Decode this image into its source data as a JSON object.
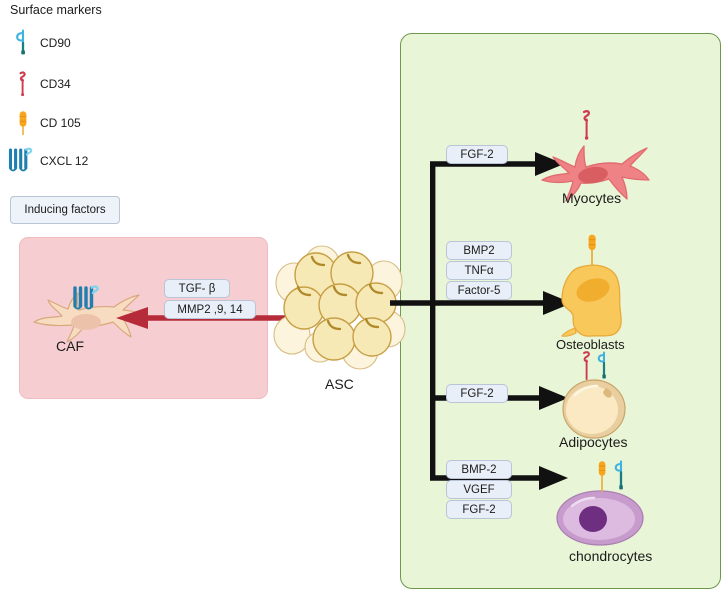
{
  "legend": {
    "title": "Surface markers",
    "items": [
      {
        "label": "CD90",
        "icon": "cd90-marker-icon",
        "color": "#3aa7d4"
      },
      {
        "label": "CD34",
        "icon": "cd34-marker-icon",
        "color": "#cf3b4e"
      },
      {
        "label": "CD 105",
        "icon": "cd105-marker-icon",
        "color": "#f5a623"
      },
      {
        "label": "CXCL 12",
        "icon": "cxcl12-marker-icon",
        "color": "#1f7fae"
      }
    ]
  },
  "inducing_factors": {
    "label": "Inducing factors"
  },
  "caf": {
    "cell_label": "CAF",
    "panel_color": "#f6cdd0",
    "factors": [
      "TGF- β",
      "MMP2 ,9, 14"
    ],
    "arrow_color": "#b52b3a"
  },
  "source": {
    "label": "ASC"
  },
  "green_panel": {
    "fill": "#e9f5d7",
    "border": "#6d9a4a"
  },
  "lineages": [
    {
      "name": "Myocytes",
      "factors": [
        "FGF-2"
      ],
      "cell_color": "#ef8285",
      "markers": [
        "CD34"
      ]
    },
    {
      "name": "Osteoblasts",
      "factors": [
        "BMP2",
        "TNFα",
        "Factor-5"
      ],
      "cell_color": "#f9c85a",
      "markers": [
        "CD 105"
      ]
    },
    {
      "name": "Adipocytes",
      "factors": [
        "FGF-2"
      ],
      "cell_color": "#f6e2b4",
      "markers": [
        "CD34",
        "CD90"
      ]
    },
    {
      "name": "chondrocytes",
      "factors": [
        "BMP-2",
        "VGEF",
        "FGF-2"
      ],
      "cell_color": "#c79ccc",
      "markers": [
        "CD 105",
        "CD90"
      ]
    }
  ]
}
